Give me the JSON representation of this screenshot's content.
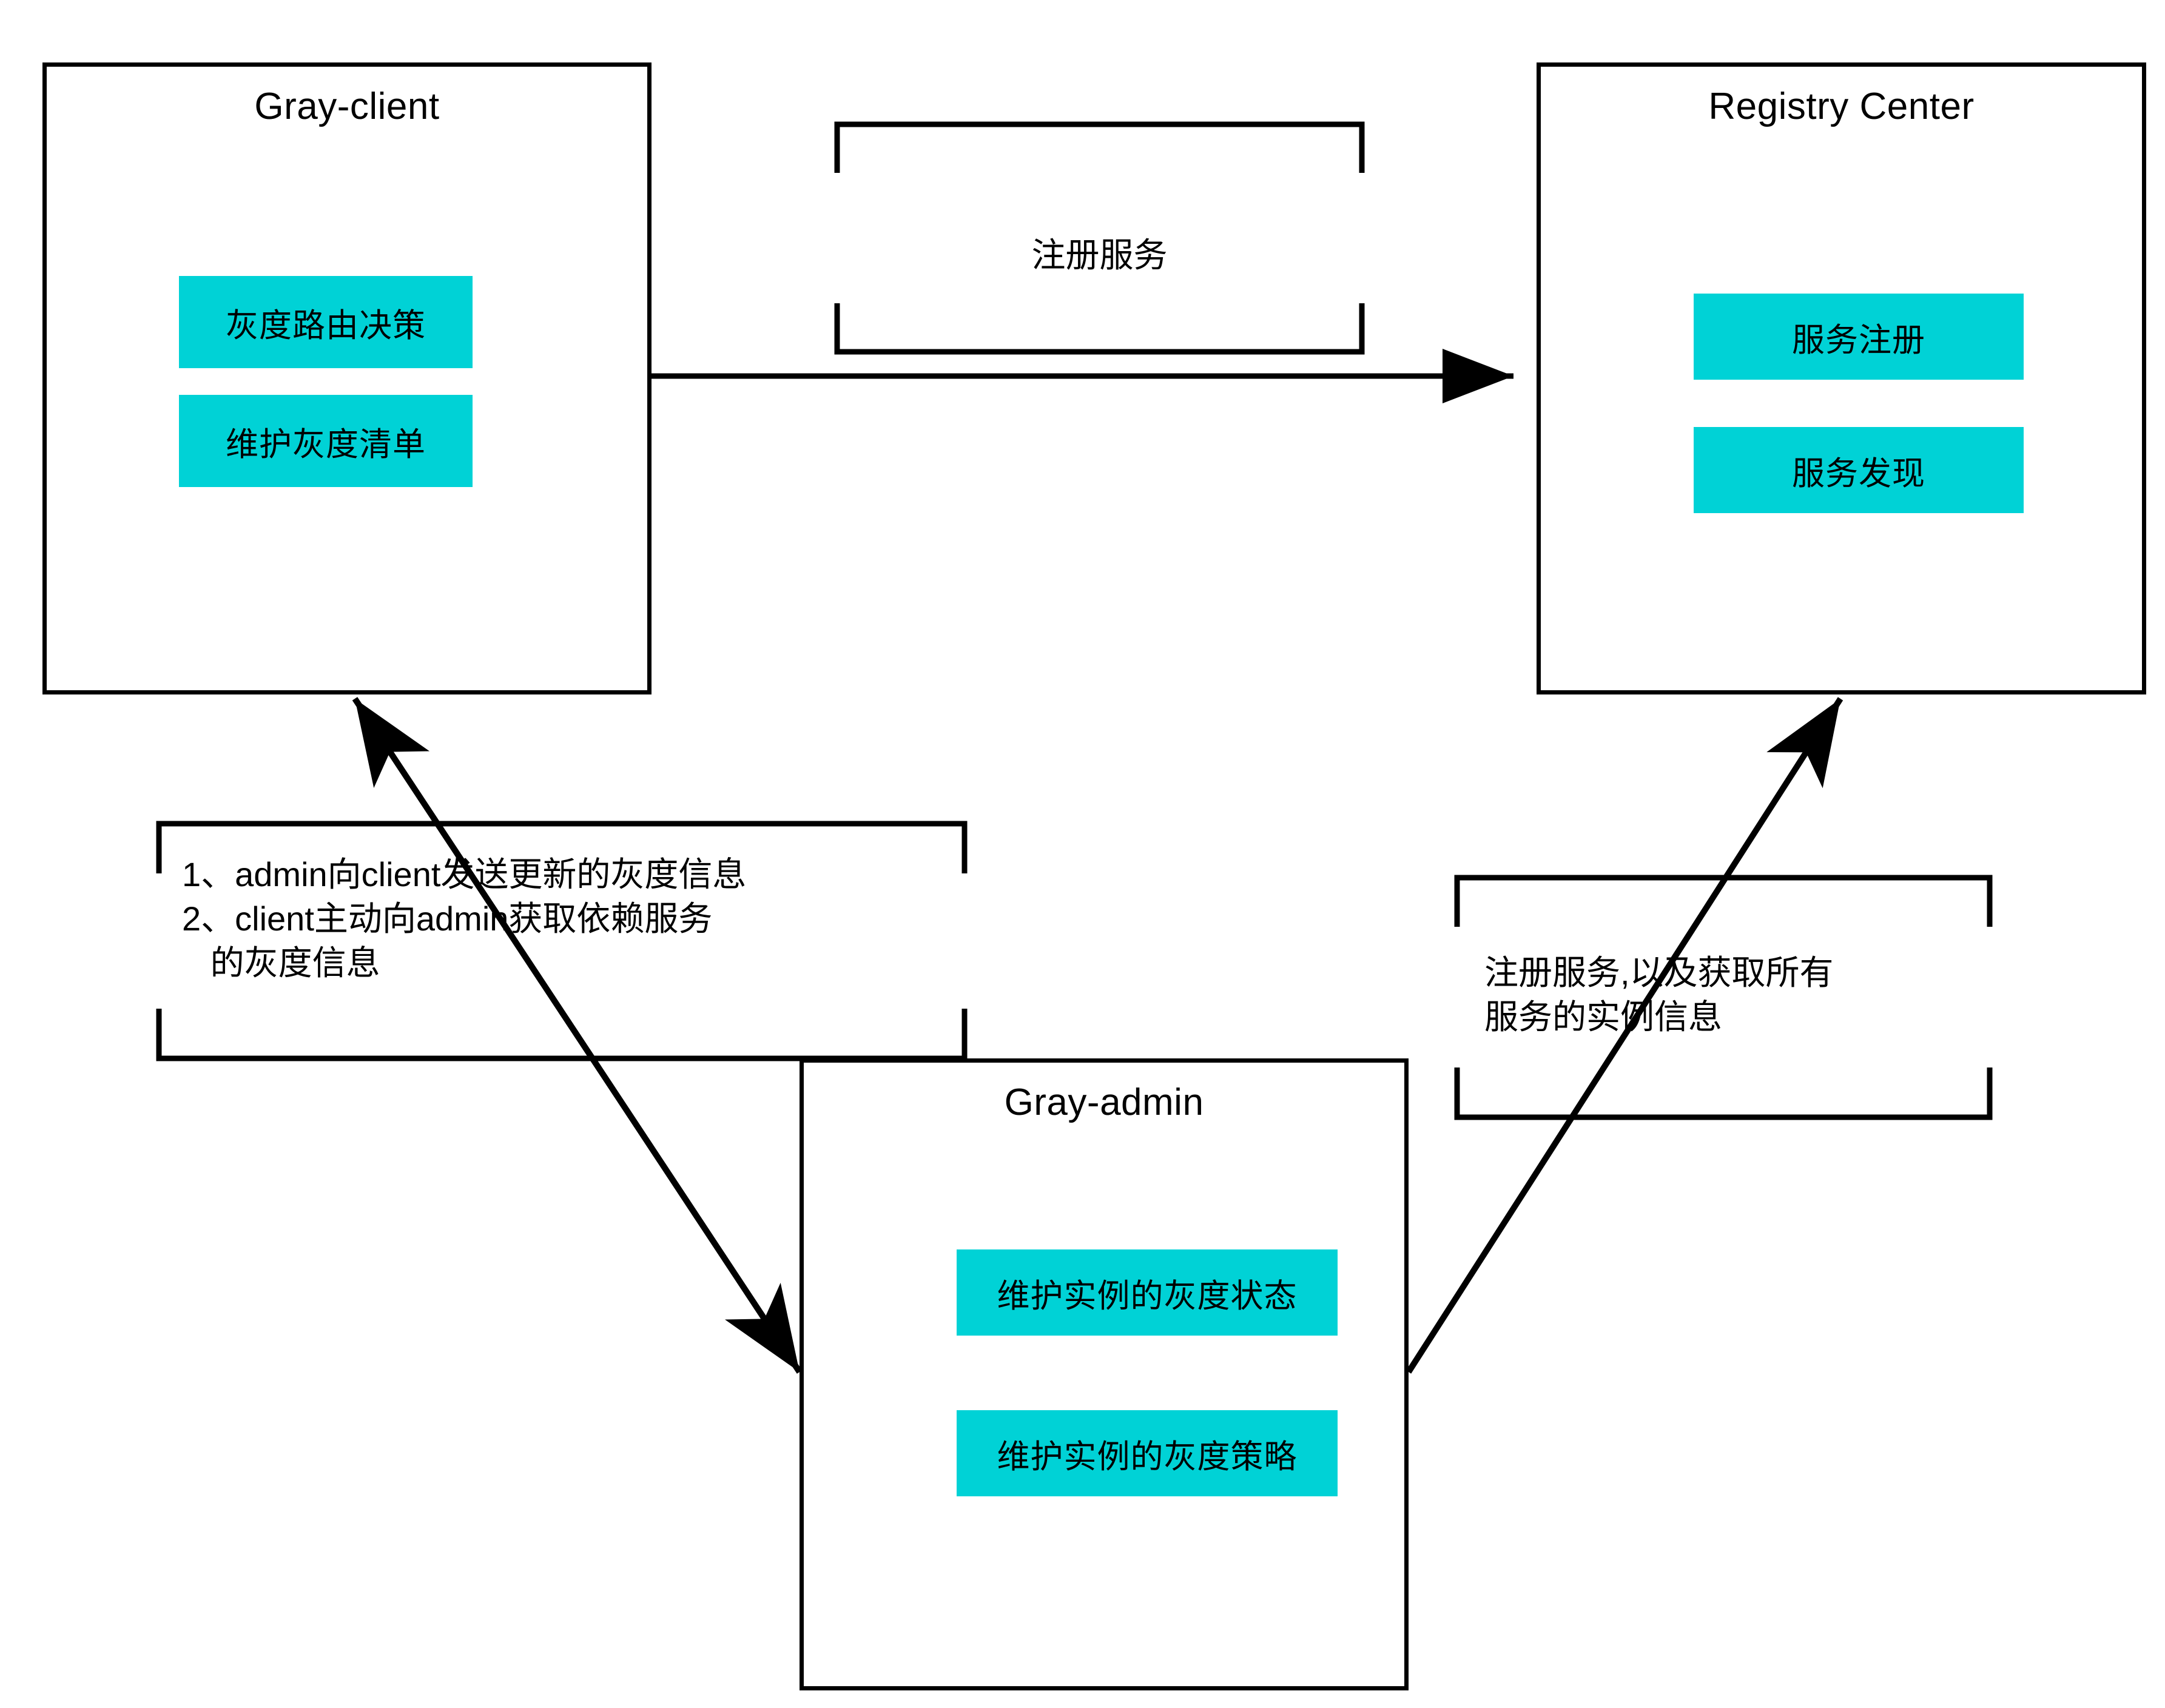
{
  "diagram": {
    "type": "architecture-diagram",
    "background_color": "#ffffff",
    "stroke_color": "#000000",
    "accent_color": "#00d2d6"
  },
  "nodes": [
    {
      "id": "gray-client",
      "title": "Gray-client",
      "items": [
        "灰度路由决策",
        "维护灰度清单"
      ]
    },
    {
      "id": "registry-center",
      "title": "Registry Center",
      "items": [
        "服务注册",
        "服务发现"
      ]
    },
    {
      "id": "gray-admin",
      "title": "Gray-admin",
      "items": [
        "维护实例的灰度状态",
        "维护实例的灰度策略"
      ]
    }
  ],
  "edges": [
    {
      "id": "client-to-registry",
      "from": "gray-client",
      "to": "registry-center",
      "label": "注册服务",
      "arrow": "single"
    },
    {
      "id": "admin-to-client",
      "from": "gray-admin",
      "to": "gray-client",
      "label_lines": [
        "1、admin向client发送更新的灰度信息",
        "2、client主动向admin获取依赖服务",
        "   的灰度信息"
      ],
      "arrow": "double"
    },
    {
      "id": "admin-to-registry",
      "from": "gray-admin",
      "to": "registry-center",
      "label_lines": [
        "注册服务,以及获取所有",
        "服务的实例信息"
      ],
      "arrow": "single"
    }
  ],
  "labels": {
    "top_center": "注册服务",
    "left_line1": "1、admin向client发送更新的灰度信息",
    "left_line2": "2、client主动向admin获取依赖服务",
    "left_line3": "   的灰度信息",
    "right_line1": "注册服务,以及获取所有",
    "right_line2": "服务的实例信息"
  }
}
